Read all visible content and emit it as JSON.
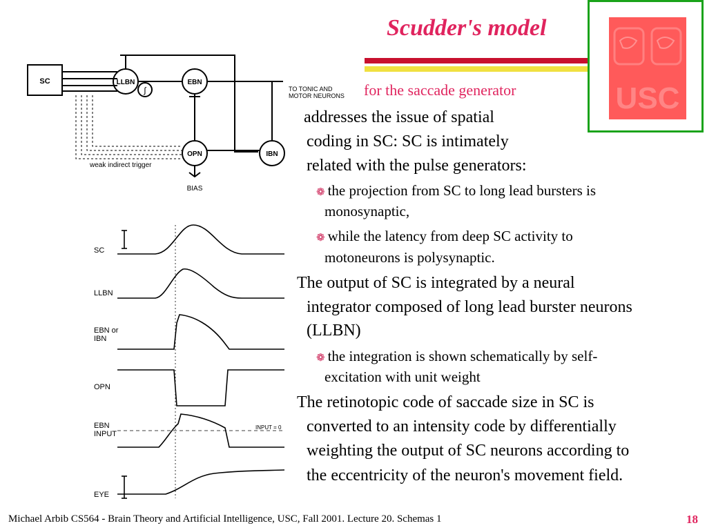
{
  "slide": {
    "title": "Scudder's model",
    "subtitle": "for the saccade generator",
    "page_number": "18",
    "footer": "Michael Arbib CS564 - Brain Theory and Artificial Intelligence,  USC, Fall 2001. Lecture 20. Schemas 1",
    "colors": {
      "accent": "#e0245e",
      "logo_bg": "#ff5a5a",
      "logo_frame": "#1aa31a",
      "bar_red": "#c8102e",
      "bar_yellow": "#f0e040"
    }
  },
  "logo": {
    "icon": "usc-brain-logo",
    "text": "USC"
  },
  "diagram": {
    "nodes": {
      "sc": "SC",
      "llbn": "LLBN",
      "ebn": "EBN",
      "opn": "OPN",
      "ibn": "IBN",
      "integrator": "∫"
    },
    "labels": {
      "output": "TO TONIC AND",
      "output2": "MOTOR NEURONS",
      "trigger": "weak indirect trigger",
      "bias": "BIAS"
    }
  },
  "waveforms": {
    "labels": {
      "sc": "SC",
      "llbn": "LLBN",
      "ebn_ibn_1": "EBN or",
      "ebn_ibn_2": "IBN",
      "opn": "OPN",
      "ebn_input_1": "EBN",
      "ebn_input_2": "INPUT",
      "input_zero": "INPUT = 0",
      "eye": "EYE"
    }
  },
  "text": {
    "p1": [
      "addresses the issue of spatial",
      "coding in SC: SC is intimately",
      "related with the pulse generators:"
    ],
    "b1": [
      "the projection from SC to long lead bursters is",
      "monosynaptic,"
    ],
    "b2": [
      "while the latency from deep SC activity to",
      "motoneurons is polysynaptic."
    ],
    "p2": [
      "The output of SC is integrated by a neural",
      "integrator composed of long lead burster neurons",
      "(LLBN)"
    ],
    "b3": [
      "the integration is shown schematically by self-",
      "excitation with unit weight"
    ],
    "p3": [
      "The retinotopic code of saccade size in SC is",
      "converted to an intensity code by differentially",
      "weighting the output of SC neurons according to",
      "the eccentricity of the neuron's movement field."
    ]
  }
}
